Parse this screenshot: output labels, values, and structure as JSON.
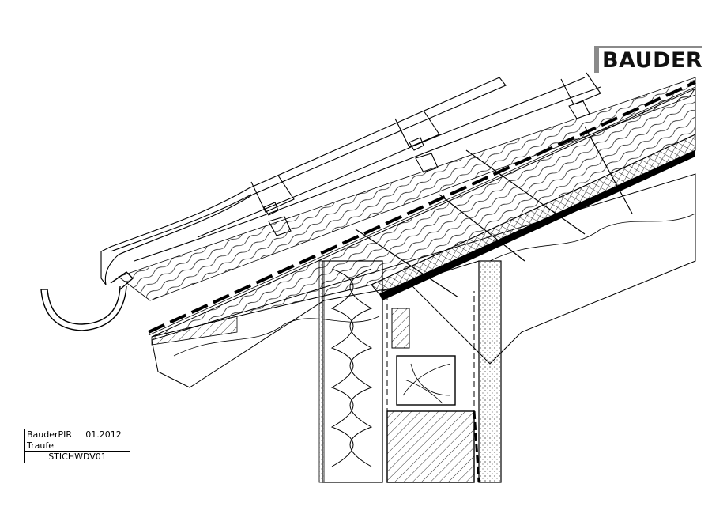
{
  "logo": {
    "text": "BAUDER",
    "color": "#111111",
    "accent": "#8a8a8a"
  },
  "title_block": {
    "product": "BauderPIR",
    "date": "01.2012",
    "detail": "Traufe",
    "code": "STICHWDV01"
  },
  "icons": [
    "gutter-icon",
    "roof-tile-icon",
    "insulation-icon",
    "rafter-icon"
  ]
}
